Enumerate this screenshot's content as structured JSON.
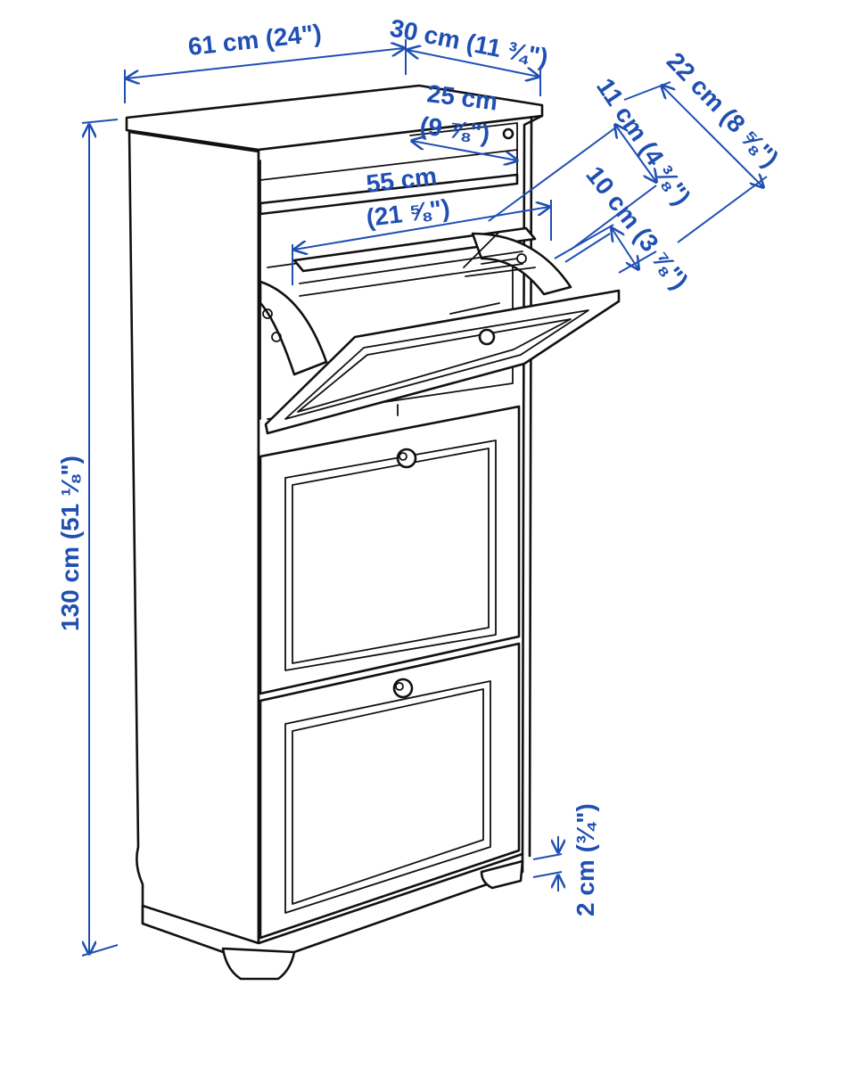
{
  "diagram": {
    "colors": {
      "dimension": "#1f4fb3",
      "outline": "#111111",
      "background": "#ffffff"
    },
    "dimensions": {
      "width": "61 cm (24\")",
      "depth": "30 cm (11 ¾\")",
      "inner_depth_cm": "25 cm",
      "inner_depth_in": "(9 ⅞\")",
      "inner_width_cm": "55 cm",
      "inner_width_in": "(21 ⅝\")",
      "compartment_depth": "11 cm (4 ⅜\")",
      "door_depth": "22 cm (8 ⅝\")",
      "opening_depth": "10 cm (3 ⅞\")",
      "height": "130 cm (51 ⅛\")",
      "leg_height": "2 cm (¾\")"
    }
  }
}
